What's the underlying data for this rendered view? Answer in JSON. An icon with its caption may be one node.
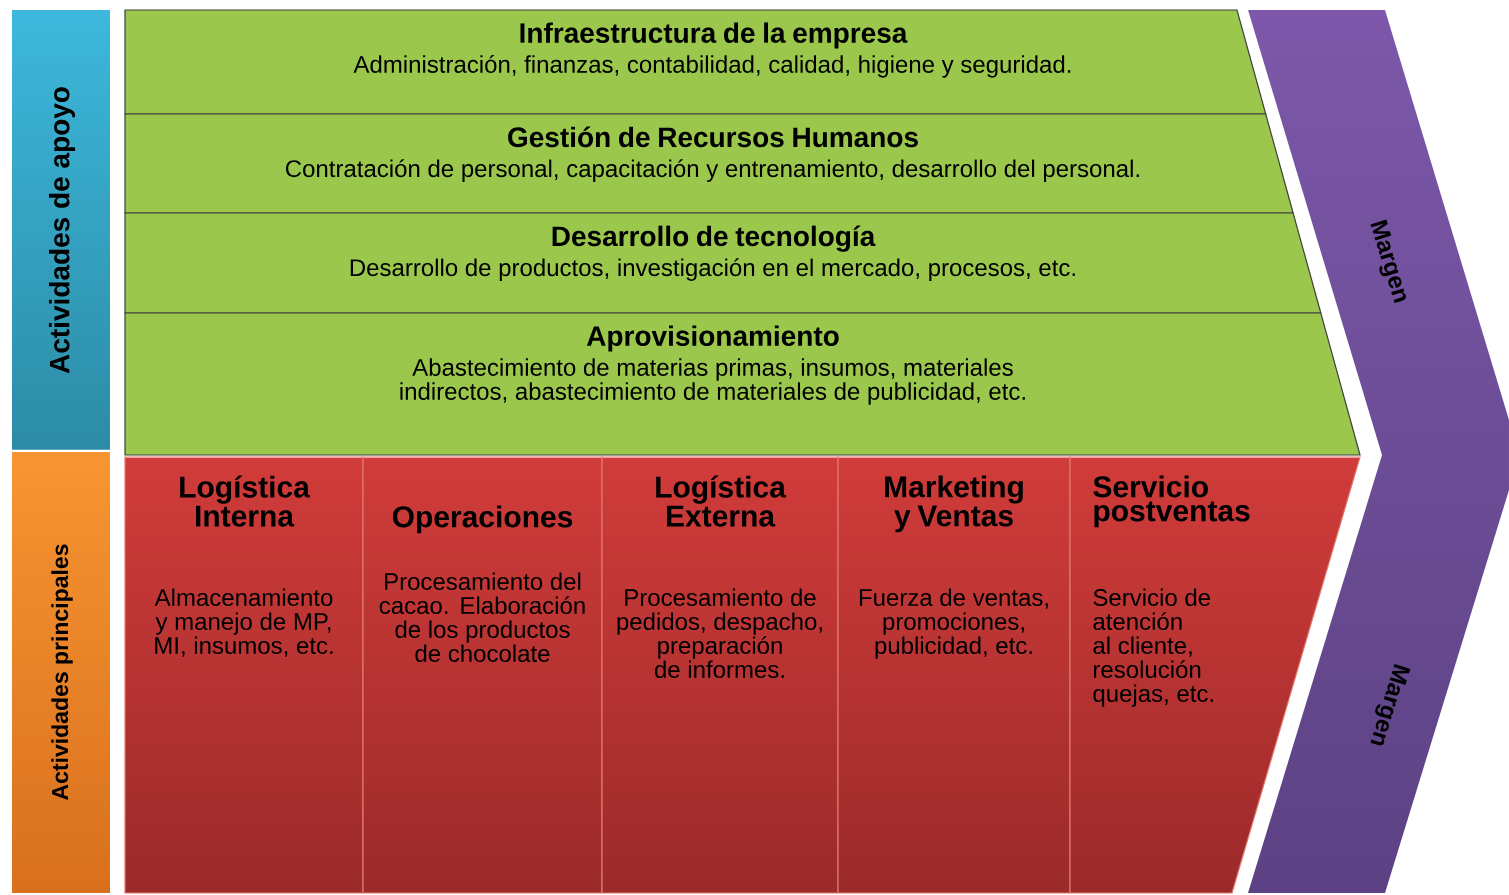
{
  "diagram": {
    "nodes": [
      {
        "text": [
          "Actividades de apoyo"
        ]
      },
      {
        "text": [
          "Infraestructura de la empresa",
          "Administración, finanzas, contabilidad, calidad, higiene y seguridad."
        ]
      },
      {
        "text": [
          "Gestión de Recursos Humanos",
          "Contratación de personal, capacitación y entrenamiento, desarrollo del personal."
        ]
      },
      {
        "text": [
          "Desarrollo de tecnología",
          "Desarrollo de productos, investigación en el mercado, procesos, etc."
        ]
      },
      {
        "text": [
          "Aprovisionamiento",
          "Abastecimiento de materias primas, insumos, materiales indirectos, abastecimiento de materiales de publicidad, etc."
        ]
      },
      {
        "text": [
          "Actividades principales"
        ]
      },
      {
        "text": [
          "Logística Interna",
          "Almacenamiento y manejo de MP, MI, insumos, etc."
        ]
      },
      {
        "text": [
          "Operaciones",
          "Procesamiento del cacao. Elaboración de los productos de chocolate"
        ]
      },
      {
        "text": [
          "Logística Externa",
          "Procesamiento de pedidos, despacho, preparación de informes."
        ]
      },
      {
        "text": [
          "Marketing y Ventas",
          "Fuerza de ventas, promociones, publicidad, etc."
        ]
      },
      {
        "text": [
          "Servicio postventas",
          "Servicio de atención al cliente, resolución quejas, etc."
        ]
      },
      {
        "text": [
          "Margen",
          "Margen"
        ]
      }
    ]
  }
}
